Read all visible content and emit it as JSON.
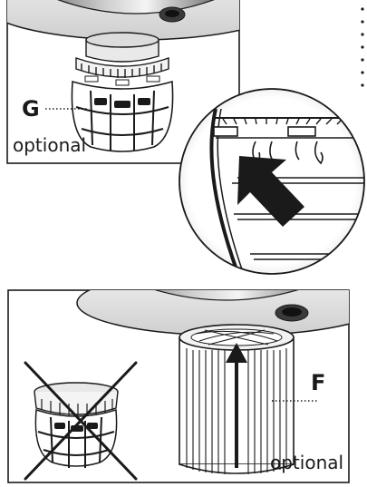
{
  "top_panel": {
    "label_letter": "G",
    "label_optional": "optional"
  },
  "bottom_panel": {
    "label_letter": "F",
    "label_optional": "optional"
  },
  "colors": {
    "line": "#1a1a1a",
    "steel_dark": "#4a4a4a",
    "steel_light": "#e6e6e6",
    "background": "#ffffff"
  },
  "icons": [
    "arrow-up-icon",
    "arrow-insert-icon",
    "cross-out-icon"
  ]
}
